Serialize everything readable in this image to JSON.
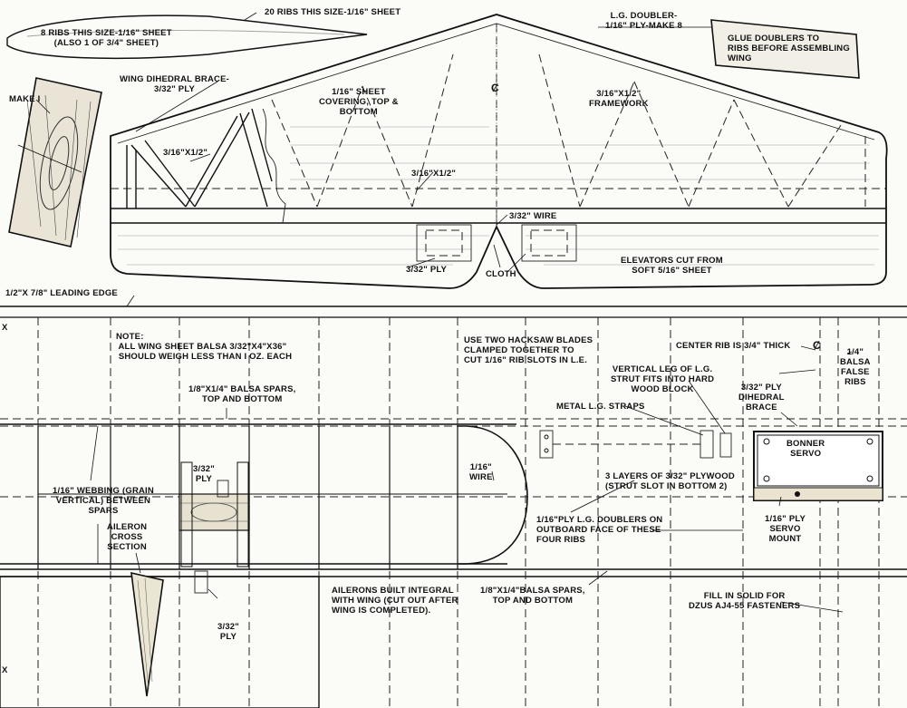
{
  "stabilizer": {
    "rib_count_note": "20 RIBS THIS SIZE-1/16\" SHEET",
    "rib_note": "8 RIBS THIS SIZE-1/16\" SHEET\n(ALSO 1 OF 3/4\" SHEET)",
    "make_note": "MAKE I",
    "dihedral_brace": "WING DIHEDRAL BRACE-\n3/32\" PLY",
    "covering": "1/16\" SHEET\nCOVERING, TOP &\nBOTTOM",
    "centerline": "ȼ",
    "framework": "3/16\"X1/2\"\nFRAMEWORK",
    "spar_a": "3/16\"X1/2\"",
    "spar_b": "3/16\"X1/2\"",
    "wire": "3/32\" WIRE",
    "ply": "3/32\" PLY",
    "cloth": "CLOTH",
    "elevators": "ELEVATORS CUT FROM\nSOFT 5/16\" SHEET",
    "lg_doubler": "L.G. DOUBLER-\n1/16\" PLY-MAKE 8",
    "glue_note": "GLUE DOUBLERS TO\nRIBS BEFORE ASSEMBLING\nWING"
  },
  "wing": {
    "leading_edge": "1/2\"X 7/8\" LEADING EDGE",
    "x_mark": "X",
    "x_mark_b": "X",
    "note": "NOTE:\n ALL WING SHEET BALSA 3/32\"X4\"X36\"\n SHOULD WEIGH LESS THAN I OZ. EACH",
    "hacksaw": "USE TWO HACKSAW BLADES\nCLAMPED TOGETHER TO\nCUT 1/16\" RIB SLOTS IN L.E.",
    "center_rib": "CENTER RIB IS 3/4\" THICK",
    "centerline": "ȼ",
    "false_ribs": "1/4\"\nBALSA\nFALSE\nRIBS",
    "vertical_leg": "VERTICAL LEG OF L.G.\nSTRUT FITS INTO HARD\nWOOD BLOCK",
    "spars_top": "1/8\"X1/4\" BALSA SPARS,\nTOP AND BOTTOM",
    "dihedral_brace": "3/32\" PLY\nDIHEDRAL\nBRACE",
    "metal_straps": "METAL L.G. STRAPS",
    "servo": "BONNER\nSERVO",
    "ply_3_32": "3/32\"\nPLY",
    "wire_1_16": "1/16\"\nWIRE",
    "layers": "3 LAYERS OF 3/32\" PLYWOOD\n(STRUT SLOT IN BOTTOM 2)",
    "webbing": "1/16\" WEBBING (GRAIN\nVERTICAL) BETWEEN\nSPARS",
    "doublers": "1/16\"PLY L.G. DOUBLERS ON\nOUTBOARD FACE OF THESE\nFOUR RIBS",
    "servo_mount": "1/16\" PLY\nSERVO\nMOUNT",
    "aileron_section": "AILERON\nCROSS\nSECTION",
    "ailerons": "AILERONS BUILT INTEGRAL\nWITH WING (CUT OUT AFTER\nWING IS COMPLETED).",
    "spars_bottom": "1/8\"X1/4\"BALSA SPARS,\nTOP AND BOTTOM",
    "fill": "FILL IN SOLID FOR\nDZUS AJ4-55 FASTENERS",
    "ply_bottom": "3/32\"\nPLY"
  }
}
